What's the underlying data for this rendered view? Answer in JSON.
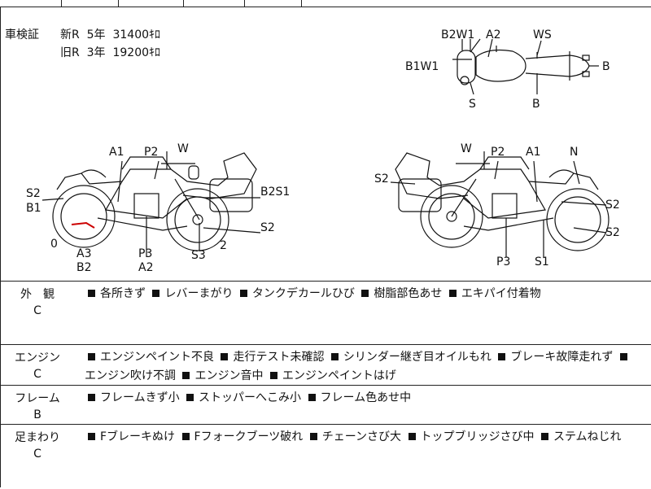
{
  "shaken": {
    "label": "車検証",
    "rows": [
      {
        "type": "新R",
        "years": "5年",
        "km": "31400ｷﾛ"
      },
      {
        "type": "旧R",
        "years": "3年",
        "km": "19200ｷﾛ"
      }
    ]
  },
  "top_view_labels": {
    "b2w1": "B2W1",
    "a2": "A2",
    "ws": "WS",
    "b1w1": "B1W1",
    "b_right": "B",
    "s_bottom": "S",
    "b_bottom": "B"
  },
  "left_view_labels": {
    "a1": "A1",
    "p2": "P2",
    "w": "W",
    "s2_left": "S2",
    "b1": "B1",
    "b2s1": "B2S1",
    "s2_right": "S2",
    "zero": "0",
    "two": "2",
    "a3": "A3",
    "b2": "B2",
    "p3": "P3",
    "a2": "A2",
    "s3": "S3"
  },
  "right_view_labels": {
    "s2_left": "S2",
    "w": "W",
    "p2": "P2",
    "a1": "A1",
    "n": "N",
    "s2_a": "S2",
    "s2_b": "S2",
    "p3": "P3",
    "s1": "S1"
  },
  "sections": [
    {
      "title": "外　観",
      "grade": "C",
      "items": [
        "各所きず",
        "レバーまがり",
        "タンクデカールひび",
        "樹脂部色あせ",
        "エキパイ付着物"
      ]
    },
    {
      "title": "エンジン",
      "grade": "C",
      "items": [
        "エンジンペイント不良",
        "走行テスト未確認",
        "シリンダー継ぎ目オイルもれ",
        "ブレーキ故障走れず",
        "エンジン吹け不調",
        "エンジン音中",
        "エンジンペイントはげ"
      ]
    },
    {
      "title": "フレーム",
      "grade": "B",
      "items": [
        "フレームきず小",
        "ストッパーへこみ小",
        "フレーム色あせ中"
      ]
    },
    {
      "title": "足まわり",
      "grade": "C",
      "items": [
        "Fブレーキぬけ",
        "Fフォークブーツ破れ",
        "チェーンさび大",
        "トップブリッジさび中",
        "ステムねじれ"
      ]
    }
  ]
}
